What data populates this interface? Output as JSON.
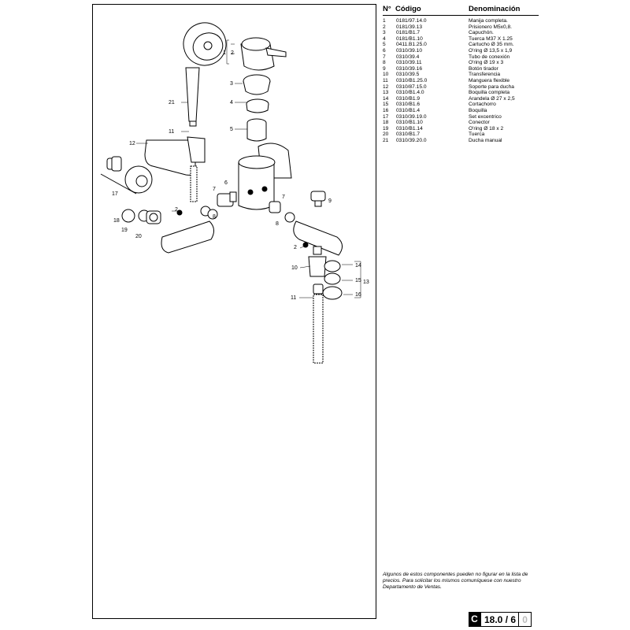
{
  "table": {
    "headers": {
      "no": "N°",
      "code": "Código",
      "description": "Denominación"
    },
    "rows": [
      {
        "no": "1",
        "code": "0181/97.14.0",
        "description": "Manija completa."
      },
      {
        "no": "2",
        "code": "0181/39.13",
        "description": "Prisionero M5x0,8."
      },
      {
        "no": "3",
        "code": "0181/B1.7",
        "description": "Capuchón."
      },
      {
        "no": "4",
        "code": "0181/B1.10",
        "description": "Tuerca M37 X 1.25"
      },
      {
        "no": "5",
        "code": "0411.B1.25.0",
        "description": "Cartucho Ø 35 mm."
      },
      {
        "no": "6",
        "code": "0310/39.10",
        "description": "O'ring Ø 13,5 x 1,9"
      },
      {
        "no": "7",
        "code": "0310/39.4",
        "description": "Tubo de conexión"
      },
      {
        "no": "8",
        "code": "0310/39.11",
        "description": "O'ring Ø 19 x 3"
      },
      {
        "no": "9",
        "code": "0310/39.16",
        "description": "Botón tirador"
      },
      {
        "no": "10",
        "code": "0310/39.5",
        "description": "Transferencia"
      },
      {
        "no": "11",
        "code": "0310/B1.25.0",
        "description": "Manguera flexible"
      },
      {
        "no": "12",
        "code": "0310/87.15.0",
        "description": "Soporte para ducha"
      },
      {
        "no": "13",
        "code": "0310/B1.4.0",
        "description": "Boquilla completa"
      },
      {
        "no": "14",
        "code": "0310/B1.9",
        "description": "Arandela Ø  27 x 2,5"
      },
      {
        "no": "15",
        "code": "0310/B1.6",
        "description": "Cortachorro"
      },
      {
        "no": "16",
        "code": "0310/B1.4",
        "description": "Boquilla"
      },
      {
        "no": "17",
        "code": "0310/39.19.0",
        "description": "Set excentrico"
      },
      {
        "no": "18",
        "code": "0310/B1.10",
        "description": "Conector"
      },
      {
        "no": "19",
        "code": "0310/B1.14",
        "description": "O'ring Ø 18 x 2"
      },
      {
        "no": "20",
        "code": "0310/B1.7",
        "description": "Tuerca"
      },
      {
        "no": "21",
        "code": "0310/39.20.0",
        "description": "Ducha manual"
      }
    ]
  },
  "note": "Algunos de estos componentes pueden no figurar en la lista de precios. Para solicitar los mismos comuníquese con nuestro Departamento de Ventas.",
  "page_ref": {
    "prefix": "C",
    "number": "18.0 / 6",
    "sub": "0"
  },
  "diagram_labels": [
    "1",
    "2",
    "3",
    "4",
    "5",
    "21",
    "11",
    "12",
    "17",
    "18",
    "19",
    "20",
    "2",
    "7",
    "6",
    "8",
    "7",
    "8",
    "9",
    "2",
    "10",
    "14",
    "15",
    "16",
    "13",
    "11"
  ]
}
